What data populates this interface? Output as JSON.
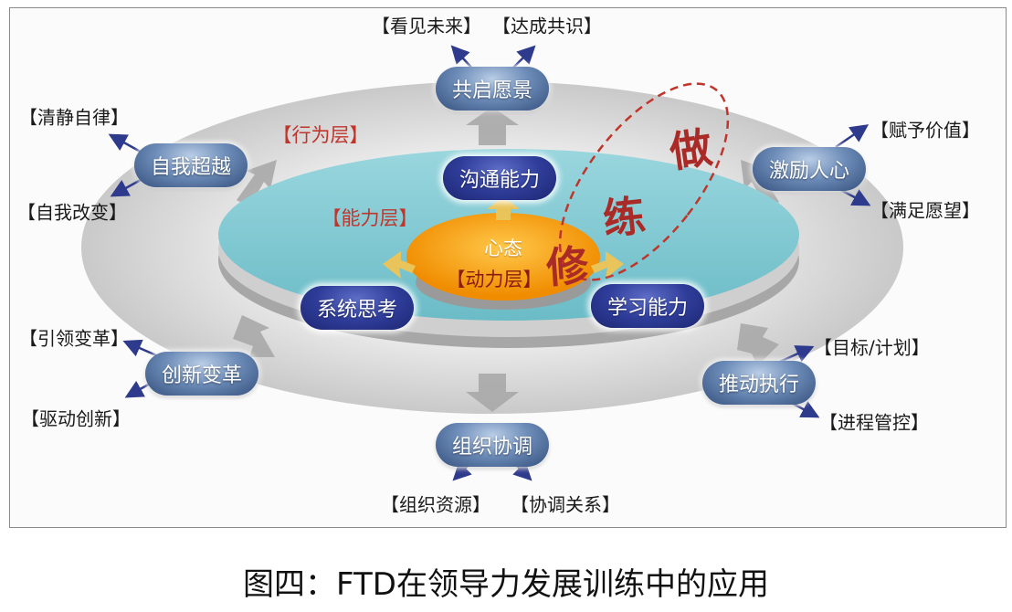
{
  "diagram": {
    "outer_nodes": {
      "top": "共启愿景",
      "right": "激励人心",
      "lower_right": "推动执行",
      "bottom": "组织协调",
      "lower_left": "创新变革",
      "left": "自我超越"
    },
    "inner_nodes": {
      "top": "沟通能力",
      "left": "系统思考",
      "right": "学习能力"
    },
    "core": {
      "line1": "心态",
      "line2": "【动力层】"
    },
    "layers": {
      "behavior": "【行为层】",
      "ability": "【能力层】"
    },
    "practice_chars": {
      "do": "做",
      "train": "练",
      "cultivate": "修"
    },
    "tags": {
      "top_1": "【看见未来】",
      "top_2": "【达成共识】",
      "right_1": "【赋予价值】",
      "right_2": "【满足愿望】",
      "lower_right_1": "【目标/计划】",
      "lower_right_2": "【进程管控】",
      "bottom_1": "【组织资源】",
      "bottom_2": "【协调关系】",
      "lower_left_1": "【引领变革】",
      "lower_left_2": "【驱动创新】",
      "left_1": "【清静自律】",
      "left_2": "【自我改变】"
    },
    "colors": {
      "outer_ring": "#d9d9d9",
      "platform": "#7cc8d1",
      "core": "#f6a20f",
      "node": "#4f6fa3",
      "inner_node": "#2f3d9a",
      "accent_red": "#c0352b",
      "tag_arrow": "#2e3a8c"
    }
  },
  "caption": "图四：FTD在领导力发展训练中的应用"
}
